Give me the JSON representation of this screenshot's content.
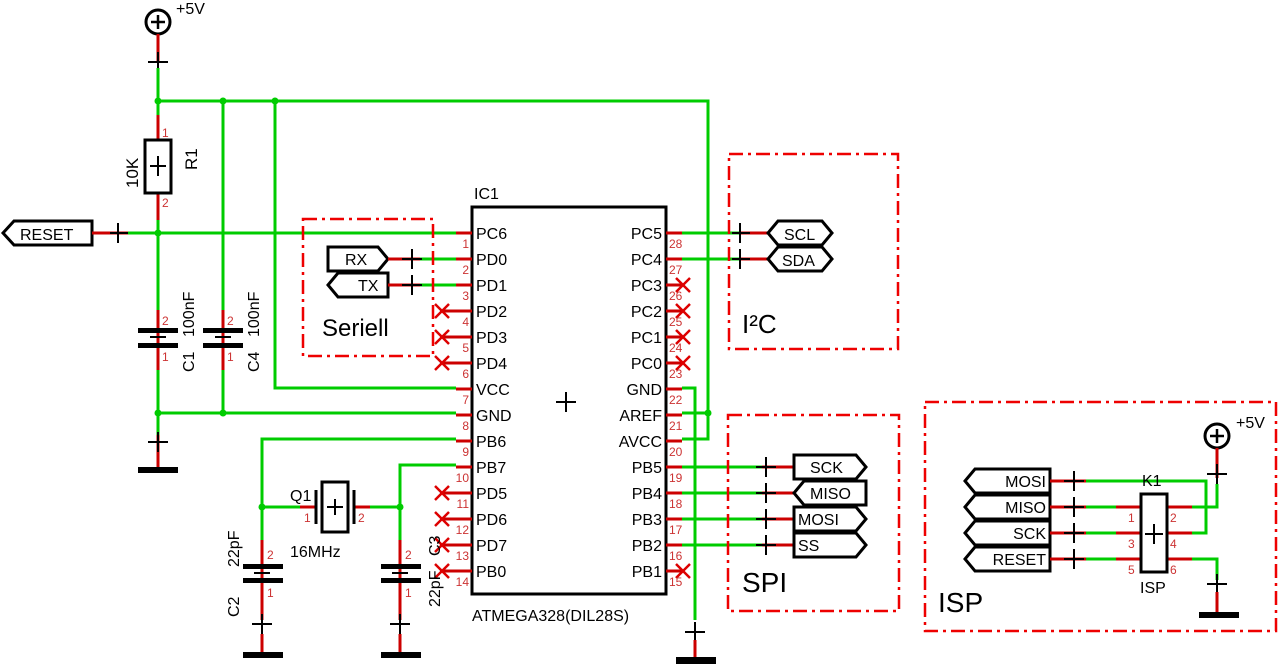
{
  "schematic": {
    "power": {
      "vcc_label": "+5V"
    },
    "ic": {
      "ref": "IC1",
      "value": "ATMEGA328(DIL28S)",
      "left_pins": [
        {
          "num": "1",
          "name": "PC6",
          "nc": false
        },
        {
          "num": "2",
          "name": "PD0",
          "nc": false
        },
        {
          "num": "3",
          "name": "PD1",
          "nc": false
        },
        {
          "num": "4",
          "name": "PD2",
          "nc": true
        },
        {
          "num": "5",
          "name": "PD3",
          "nc": true
        },
        {
          "num": "6",
          "name": "PD4",
          "nc": true
        },
        {
          "num": "7",
          "name": "VCC",
          "nc": false
        },
        {
          "num": "8",
          "name": "GND",
          "nc": false
        },
        {
          "num": "9",
          "name": "PB6",
          "nc": false
        },
        {
          "num": "10",
          "name": "PB7",
          "nc": false
        },
        {
          "num": "11",
          "name": "PD5",
          "nc": true
        },
        {
          "num": "12",
          "name": "PD6",
          "nc": true
        },
        {
          "num": "13",
          "name": "PD7",
          "nc": true
        },
        {
          "num": "14",
          "name": "PB0",
          "nc": true
        }
      ],
      "right_pins": [
        {
          "num": "28",
          "name": "PC5",
          "nc": false
        },
        {
          "num": "27",
          "name": "PC4",
          "nc": false
        },
        {
          "num": "26",
          "name": "PC3",
          "nc": true
        },
        {
          "num": "25",
          "name": "PC2",
          "nc": true
        },
        {
          "num": "24",
          "name": "PC1",
          "nc": true
        },
        {
          "num": "23",
          "name": "PC0",
          "nc": true
        },
        {
          "num": "22",
          "name": "GND",
          "nc": false
        },
        {
          "num": "21",
          "name": "AREF",
          "nc": false
        },
        {
          "num": "20",
          "name": "AVCC",
          "nc": false
        },
        {
          "num": "19",
          "name": "PB5",
          "nc": false
        },
        {
          "num": "18",
          "name": "PB4",
          "nc": false
        },
        {
          "num": "17",
          "name": "PB3",
          "nc": false
        },
        {
          "num": "16",
          "name": "PB2",
          "nc": false
        },
        {
          "num": "15",
          "name": "PB1",
          "nc": true
        }
      ]
    },
    "r1": {
      "ref": "R1",
      "value": "10K",
      "pin1": "1",
      "pin2": "2"
    },
    "c1": {
      "ref": "C1",
      "value": "100nF"
    },
    "c4": {
      "ref": "C4",
      "value": "100nF"
    },
    "c2": {
      "ref": "C2",
      "value": "22pF"
    },
    "c3": {
      "ref": "C3",
      "value": "22pF"
    },
    "q1": {
      "ref": "Q1",
      "value": "16MHz"
    },
    "cap_pins": {
      "p1": "1",
      "p2": "2"
    },
    "reset_port": "RESET",
    "serial": {
      "title": "Seriell",
      "rx": "RX",
      "tx": "TX"
    },
    "i2c": {
      "title": "I²C",
      "scl": "SCL",
      "sda": "SDA"
    },
    "spi": {
      "title": "SPI",
      "sck": "SCK",
      "miso": "MISO",
      "mosi": "MOSI",
      "ss": "SS"
    },
    "isp": {
      "title": "ISP",
      "connector_ref": "K1",
      "connector_value": "ISP",
      "ports": [
        "MOSI",
        "MISO",
        "SCK",
        "RESET"
      ],
      "pins": [
        "1",
        "2",
        "3",
        "4",
        "5",
        "6"
      ]
    }
  },
  "colors": {
    "wire": "#00cc00",
    "pin": "#cc0000",
    "frame": "#ee0000",
    "body": "#000000"
  }
}
